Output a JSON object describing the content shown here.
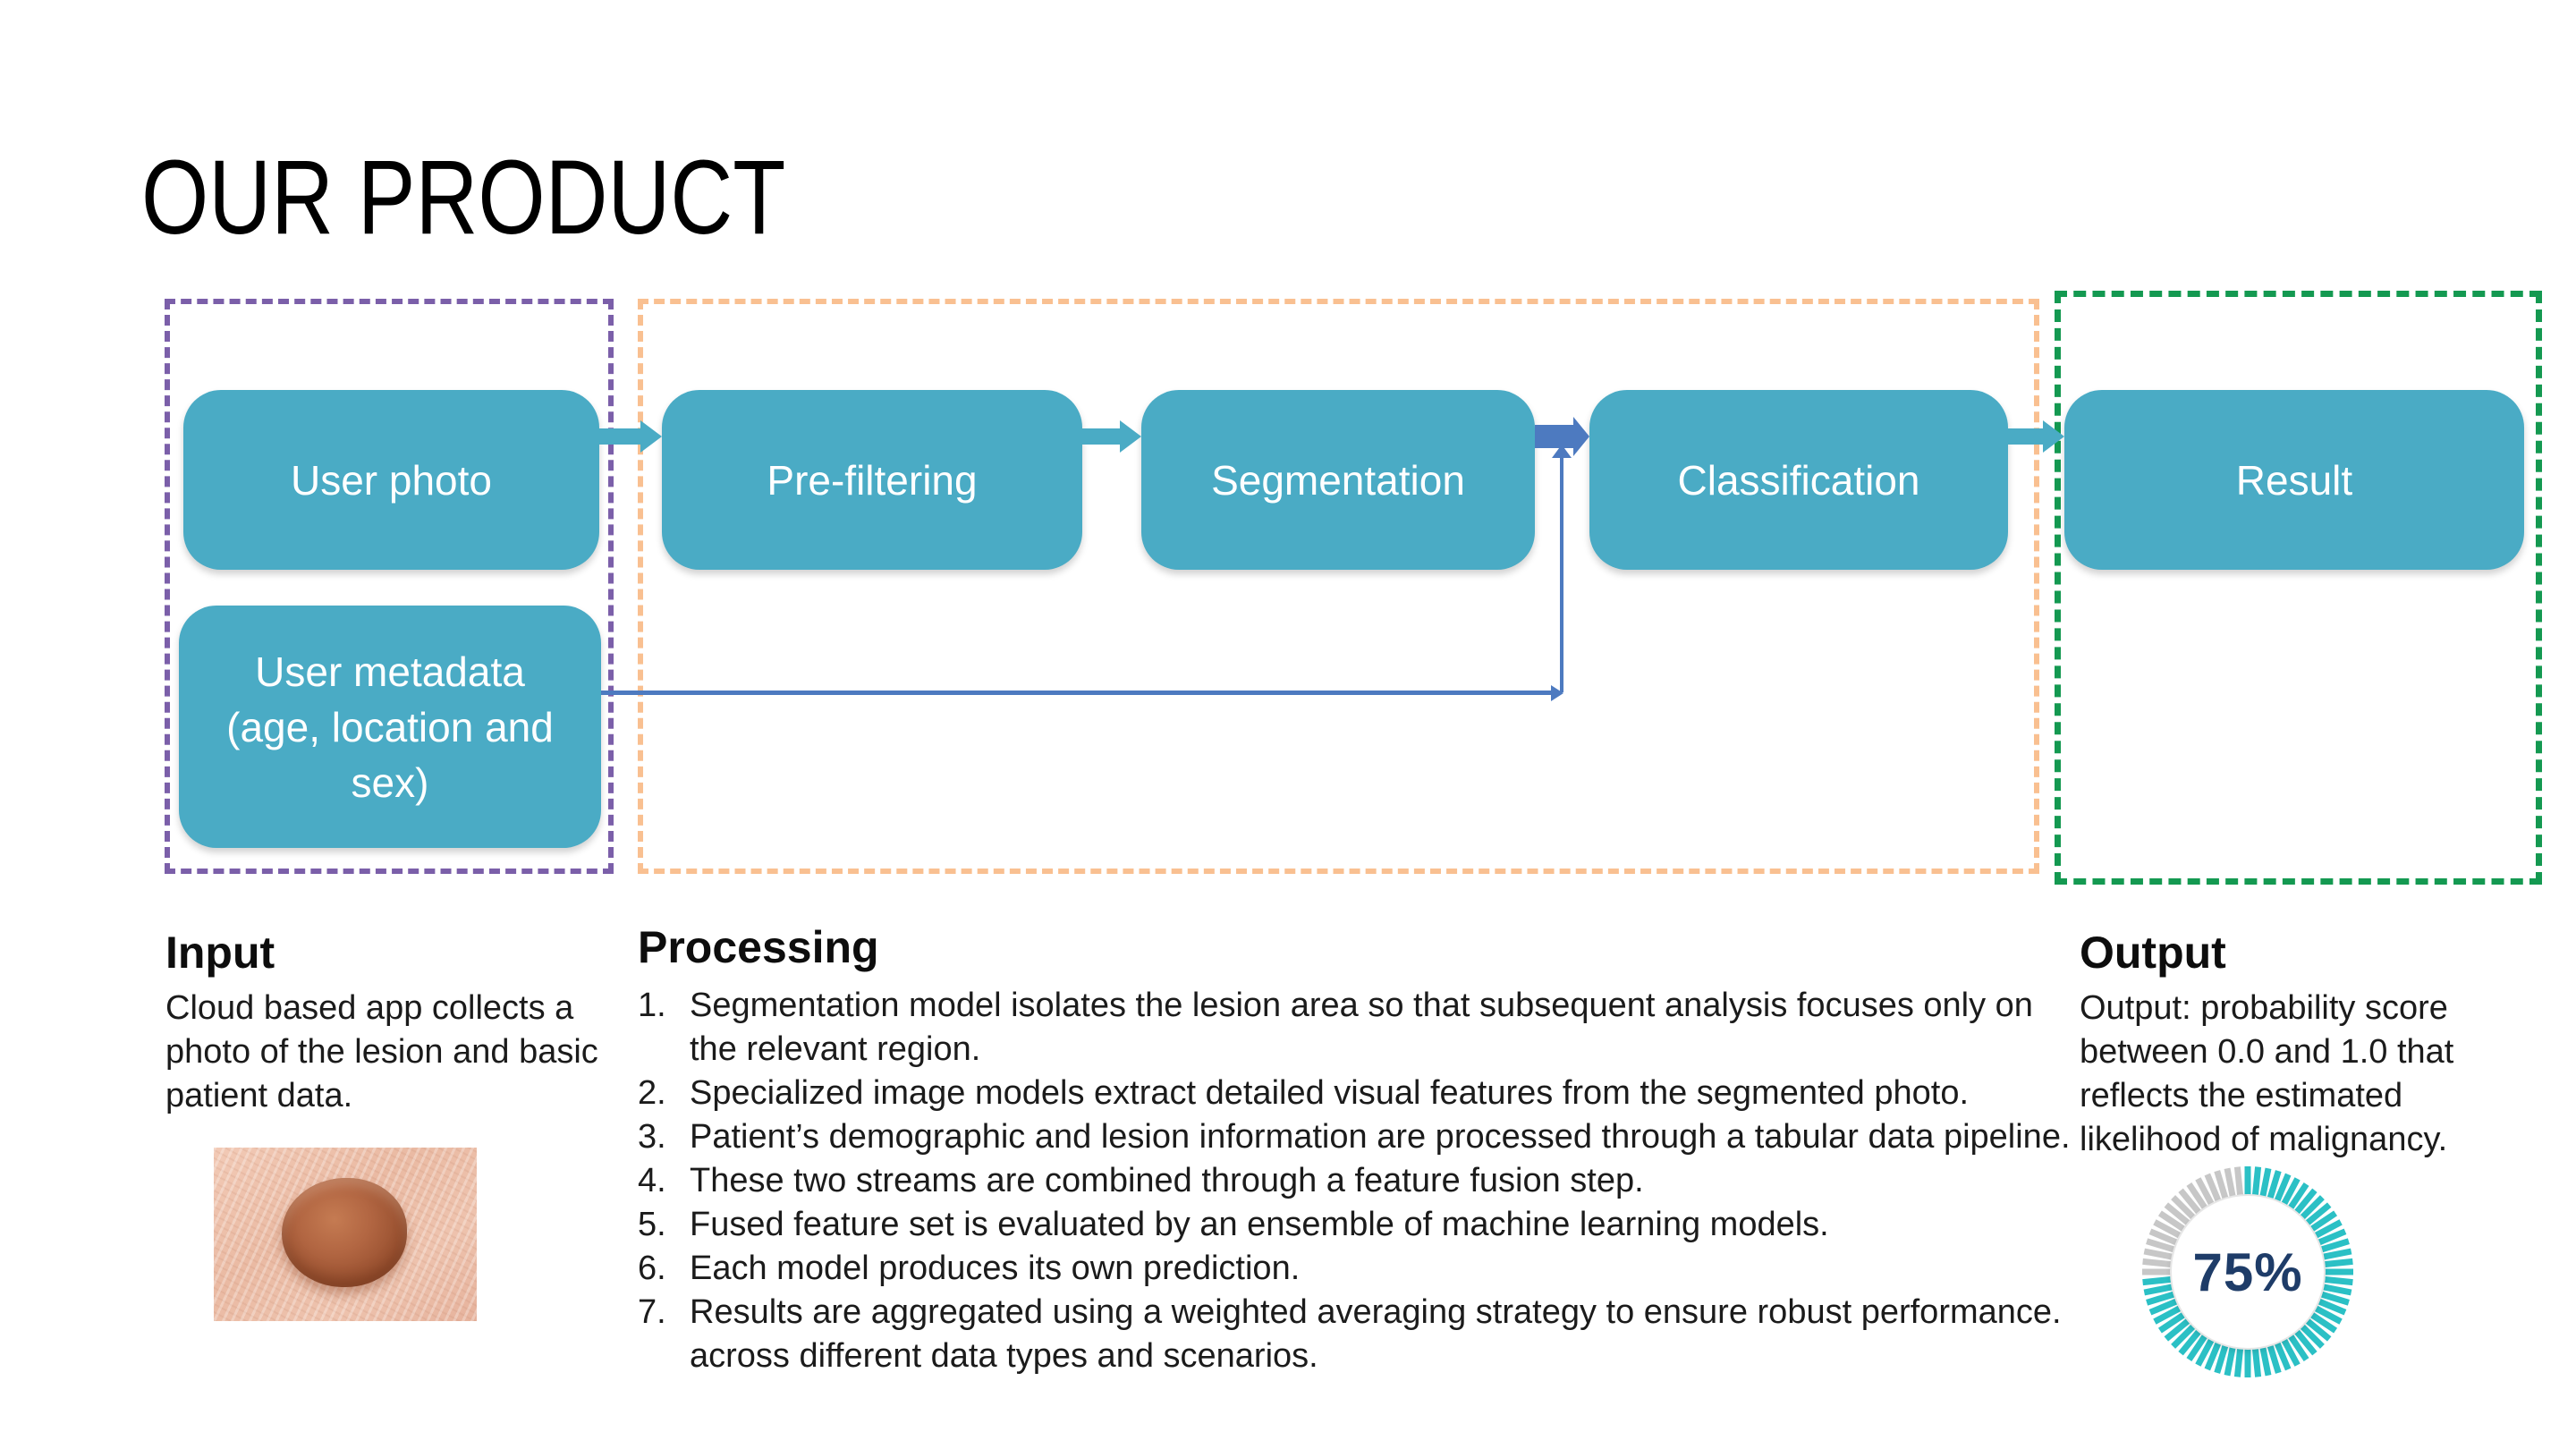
{
  "slide": {
    "title": "OUR PRODUCT"
  },
  "flow": {
    "boxes": [
      "User photo",
      "Pre-filtering",
      "Segmentation",
      "Classification",
      "Result"
    ],
    "metadata_lines": [
      "User metadata",
      "(age, location and",
      "sex)"
    ]
  },
  "sections": {
    "input": {
      "heading": "Input",
      "body_lines": [
        "Cloud based app collects a",
        "photo of the lesion and basic",
        "patient data."
      ]
    },
    "processing": {
      "heading": "Processing",
      "items": [
        {
          "num": "1.",
          "lines": [
            "Segmentation model isolates the lesion area so that subsequent analysis focuses only on",
            "the relevant region."
          ]
        },
        {
          "num": "2.",
          "lines": [
            "Specialized image models extract detailed visual features from the segmented photo."
          ]
        },
        {
          "num": "3.",
          "lines": [
            "Patient’s demographic and lesion information are processed through a tabular data pipeline."
          ]
        },
        {
          "num": "4.",
          "lines": [
            "These two streams are combined through a feature fusion step."
          ]
        },
        {
          "num": "5.",
          "lines": [
            "Fused feature set is evaluated by an ensemble of machine learning models."
          ]
        },
        {
          "num": "6.",
          "lines": [
            "Each model produces its own prediction."
          ]
        },
        {
          "num": "7.",
          "lines": [
            "Results are aggregated using a weighted averaging strategy to ensure robust performance.",
            "across different data types and scenarios."
          ]
        }
      ]
    },
    "output": {
      "heading": "Output",
      "body_lines": [
        "Output: probability score",
        "between 0.0 and 1.0 that",
        "reflects the estimated",
        "likelihood of malignancy."
      ],
      "gauge": {
        "percent": 75,
        "label": "75%",
        "teal": "#2bc0c5",
        "gray": "#c7c7c7",
        "text_color": "#1e3c68"
      }
    }
  },
  "colors": {
    "box_teal": "#4aabc5",
    "arrow_blue": "#4d7ac0",
    "outline_purple": "#7b5fa9",
    "outline_orange": "#f9c091",
    "outline_green": "#149951"
  }
}
